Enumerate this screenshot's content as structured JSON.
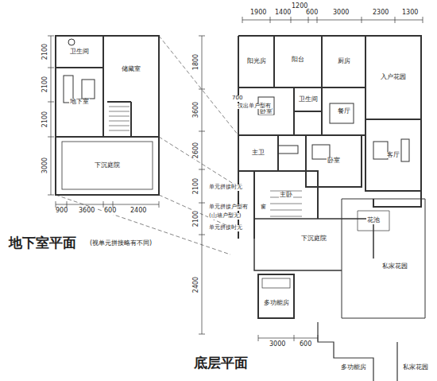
{
  "diagram": {
    "nodes": [
      {
        "text": [
          "卫生间"
        ]
      },
      {
        "text": [
          "储藏室"
        ]
      },
      {
        "text": [
          "地下室"
        ]
      },
      {
        "text": [
          "下沉庭院"
        ]
      },
      {
        "text": [
          "阳光房"
        ]
      },
      {
        "text": [
          "阳台"
        ]
      },
      {
        "text": [
          "厨房"
        ]
      },
      {
        "text": [
          "卧室"
        ]
      },
      {
        "text": [
          "卫生间"
        ]
      },
      {
        "text": [
          "餐厅"
        ]
      },
      {
        "text": [
          "入户花园"
        ]
      },
      {
        "text": [
          "客厅"
        ]
      },
      {
        "text": [
          "主卫"
        ]
      },
      {
        "text": [
          "卧室"
        ]
      },
      {
        "text": [
          "主卧"
        ]
      },
      {
        "text": [
          "花池"
        ]
      },
      {
        "text": [
          "下沉庭院"
        ]
      },
      {
        "text": [
          "私家花园"
        ]
      },
      {
        "text": [
          "多功能房"
        ]
      },
      {
        "text": [
          "多功能房"
        ]
      },
      {
        "text": [
          "私家花园"
        ]
      }
    ],
    "labels": [
      "2100",
      "2100",
      "2100",
      "3000",
      "900",
      "3600",
      "600",
      "2400",
      "地下室平面",
      "(视单元拼接略有不同)",
      "1900",
      "1400",
      "1200",
      "600",
      "3000",
      "2300",
      "1300",
      "1800",
      "3600",
      "700",
      "2600",
      "2100",
      "2100",
      "2400",
      "仅出单户型有",
      "单元拼接时无",
      "单元拼接户型有",
      "窗",
      "(山墙户型无)",
      "单元拼接时无",
      "3000",
      "600",
      "底层平面"
    ]
  }
}
